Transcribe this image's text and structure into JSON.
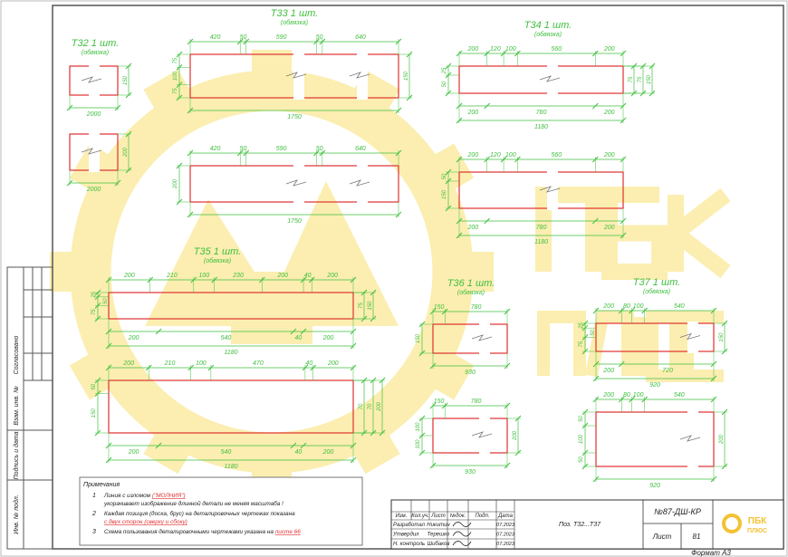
{
  "watermark": {
    "logo_text_1": "ПБК",
    "logo_text_2": "ПЛЮС"
  },
  "colors": {
    "part": "#e03030",
    "dims": "#3fbf3f",
    "frame": "#333333",
    "watermark": "#fbeeb0",
    "logo": "#f3c234"
  },
  "views": [
    {
      "title": "Т32 1 шт.",
      "subtitle": "(обвязка)",
      "top": [],
      "left": [],
      "right": [
        "150"
      ],
      "bottom": [],
      "total": "2000"
    },
    {
      "title": "",
      "subtitle": "",
      "top": [],
      "left": [],
      "right": [
        "200"
      ],
      "bottom": [],
      "total": "2000"
    },
    {
      "title": "Т33 1 шт.",
      "subtitle": "(обвязка)",
      "top": [
        "420",
        "50",
        "590",
        "50",
        "640"
      ],
      "left": [
        "75",
        "100",
        "75"
      ],
      "right": [
        "150"
      ],
      "bottom": [],
      "total": "1750"
    },
    {
      "title": "",
      "subtitle": "",
      "top": [
        "420",
        "50",
        "590",
        "50",
        "640"
      ],
      "left": [
        "200"
      ],
      "right": [],
      "bottom": [],
      "total": "1750"
    },
    {
      "title": "Т34 1 шт.",
      "subtitle": "(обвязка)",
      "top": [
        "200",
        "120",
        "100",
        "560",
        "200"
      ],
      "left": [
        "25",
        "50"
      ],
      "right": [
        "75",
        "75",
        "150"
      ],
      "bottom": [
        "200",
        "780",
        "200"
      ],
      "total": "1180"
    },
    {
      "title": "",
      "subtitle": "",
      "top": [
        "200",
        "120",
        "100",
        "560",
        "200"
      ],
      "left": [
        "50",
        "150"
      ],
      "right": [],
      "bottom": [
        "200",
        "780",
        "200"
      ],
      "total": "1180"
    },
    {
      "title": "Т35 1 шт.",
      "subtitle": "(обвязка)",
      "top": [
        "200",
        "210",
        "100",
        "230",
        "200",
        "40",
        "200"
      ],
      "left": [
        "25",
        "50",
        "75"
      ],
      "right": [
        "75",
        "150"
      ],
      "bottom": [
        "200",
        "540",
        "40",
        "200"
      ],
      "total": "1180"
    },
    {
      "title": "",
      "subtitle": "",
      "top": [
        "200",
        "210",
        "100",
        "470",
        "40",
        "200"
      ],
      "left": [
        "50",
        "150"
      ],
      "right": [
        "70",
        "70",
        "200"
      ],
      "bottom": [
        "200",
        "540",
        "40",
        "200"
      ],
      "total": "1180"
    },
    {
      "title": "Т36 1 шт.",
      "subtitle": "(обвязка)",
      "top": [
        "150",
        "780"
      ],
      "left": [
        "150"
      ],
      "right": [],
      "bottom": [],
      "total": "930"
    },
    {
      "title": "",
      "subtitle": "",
      "top": [
        "150",
        "780"
      ],
      "left": [
        "100",
        "100"
      ],
      "right": [
        "200"
      ],
      "bottom": [],
      "total": "930"
    },
    {
      "title": "Т37 1 шт.",
      "subtitle": "(обвязка)",
      "top": [
        "200",
        "80",
        "100",
        "540"
      ],
      "left": [
        "25",
        "50",
        "75"
      ],
      "right": [
        "150"
      ],
      "bottom": [
        "200",
        "720"
      ],
      "total": "920"
    },
    {
      "title": "",
      "subtitle": "",
      "top": [
        "200",
        "80",
        "100",
        "540"
      ],
      "left": [
        "50",
        "100",
        "50"
      ],
      "right": [
        "200"
      ],
      "bottom": [],
      "total": "920"
    }
  ],
  "notes": {
    "heading": "Примечания",
    "items": [
      {
        "num": "1",
        "pre": "Линия с изломом ",
        "hl": "(\"МОЛНИЯ\")",
        "post": " укорачивает изображение длинной детали не меняя масштаба !"
      },
      {
        "num": "2",
        "pre": "Каждая позиция (доска, брус) на деталировочных чертежах показана ",
        "hl": "с двух сторон (сверху и сбоку)",
        "post": ""
      },
      {
        "num": "3",
        "pre": "Схема пользования деталировочными чертежами указана на ",
        "hl": "листе 66",
        "post": ""
      }
    ]
  },
  "side_stamp": {
    "agreed": "Согласовано",
    "inv_replace": "Взам. инв. №",
    "sign_date": "Подпись и дата",
    "inv_orig": "Инв. № подл."
  },
  "title_block": {
    "headers": [
      "Изм.",
      "Кол.уч.",
      "Лист",
      "№док.",
      "Подп.",
      "Дата"
    ],
    "rows": [
      {
        "role": "Разработал",
        "name": "Никитин",
        "date": "07.2023"
      },
      {
        "role": "Утвердил",
        "name": "Терешко",
        "date": "07.2023"
      },
      {
        "role": "Н. контроль",
        "name": "Шибаков",
        "date": "07.2023"
      }
    ],
    "description": "Поз. Т32...Т37",
    "doc_code": "№87-ДШ-КР",
    "sheet_label": "Лист",
    "sheet_number": "81",
    "logo_text": "ПБК ПЛЮС",
    "format": "Формат А3"
  }
}
